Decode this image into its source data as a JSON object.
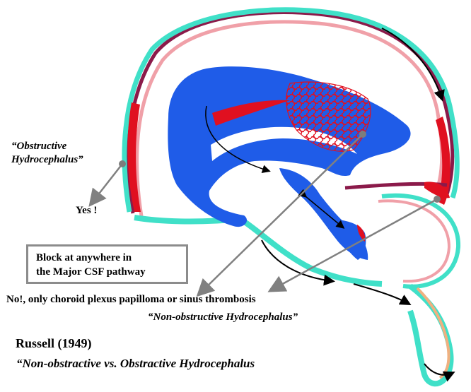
{
  "labels": {
    "obstructive_line1": "“Obstructive",
    "obstructive_line2": "Hydrocephalus”",
    "yes": "Yes !",
    "block_line1": "Block at anywhere in",
    "block_line2": "the Major CSF pathway",
    "no_only": "No!,  only choroid plexus papilloma or sinus thrombosis",
    "non_obstructive": "“Non-obstructive Hydrocephalus”",
    "russell": "Russell (1949)",
    "comparison": "“Non-obstractive  vs. Obstractive Hydrocephalus"
  },
  "colors": {
    "ventricle": "#1f5ce8",
    "choroid_plexus": "#e01020",
    "subarachnoid_space": "#40e0c8",
    "dura": "#8b1a4a",
    "pia": "#f0a0a8",
    "pointer": "#808080",
    "dot": "#7d7d7d"
  }
}
